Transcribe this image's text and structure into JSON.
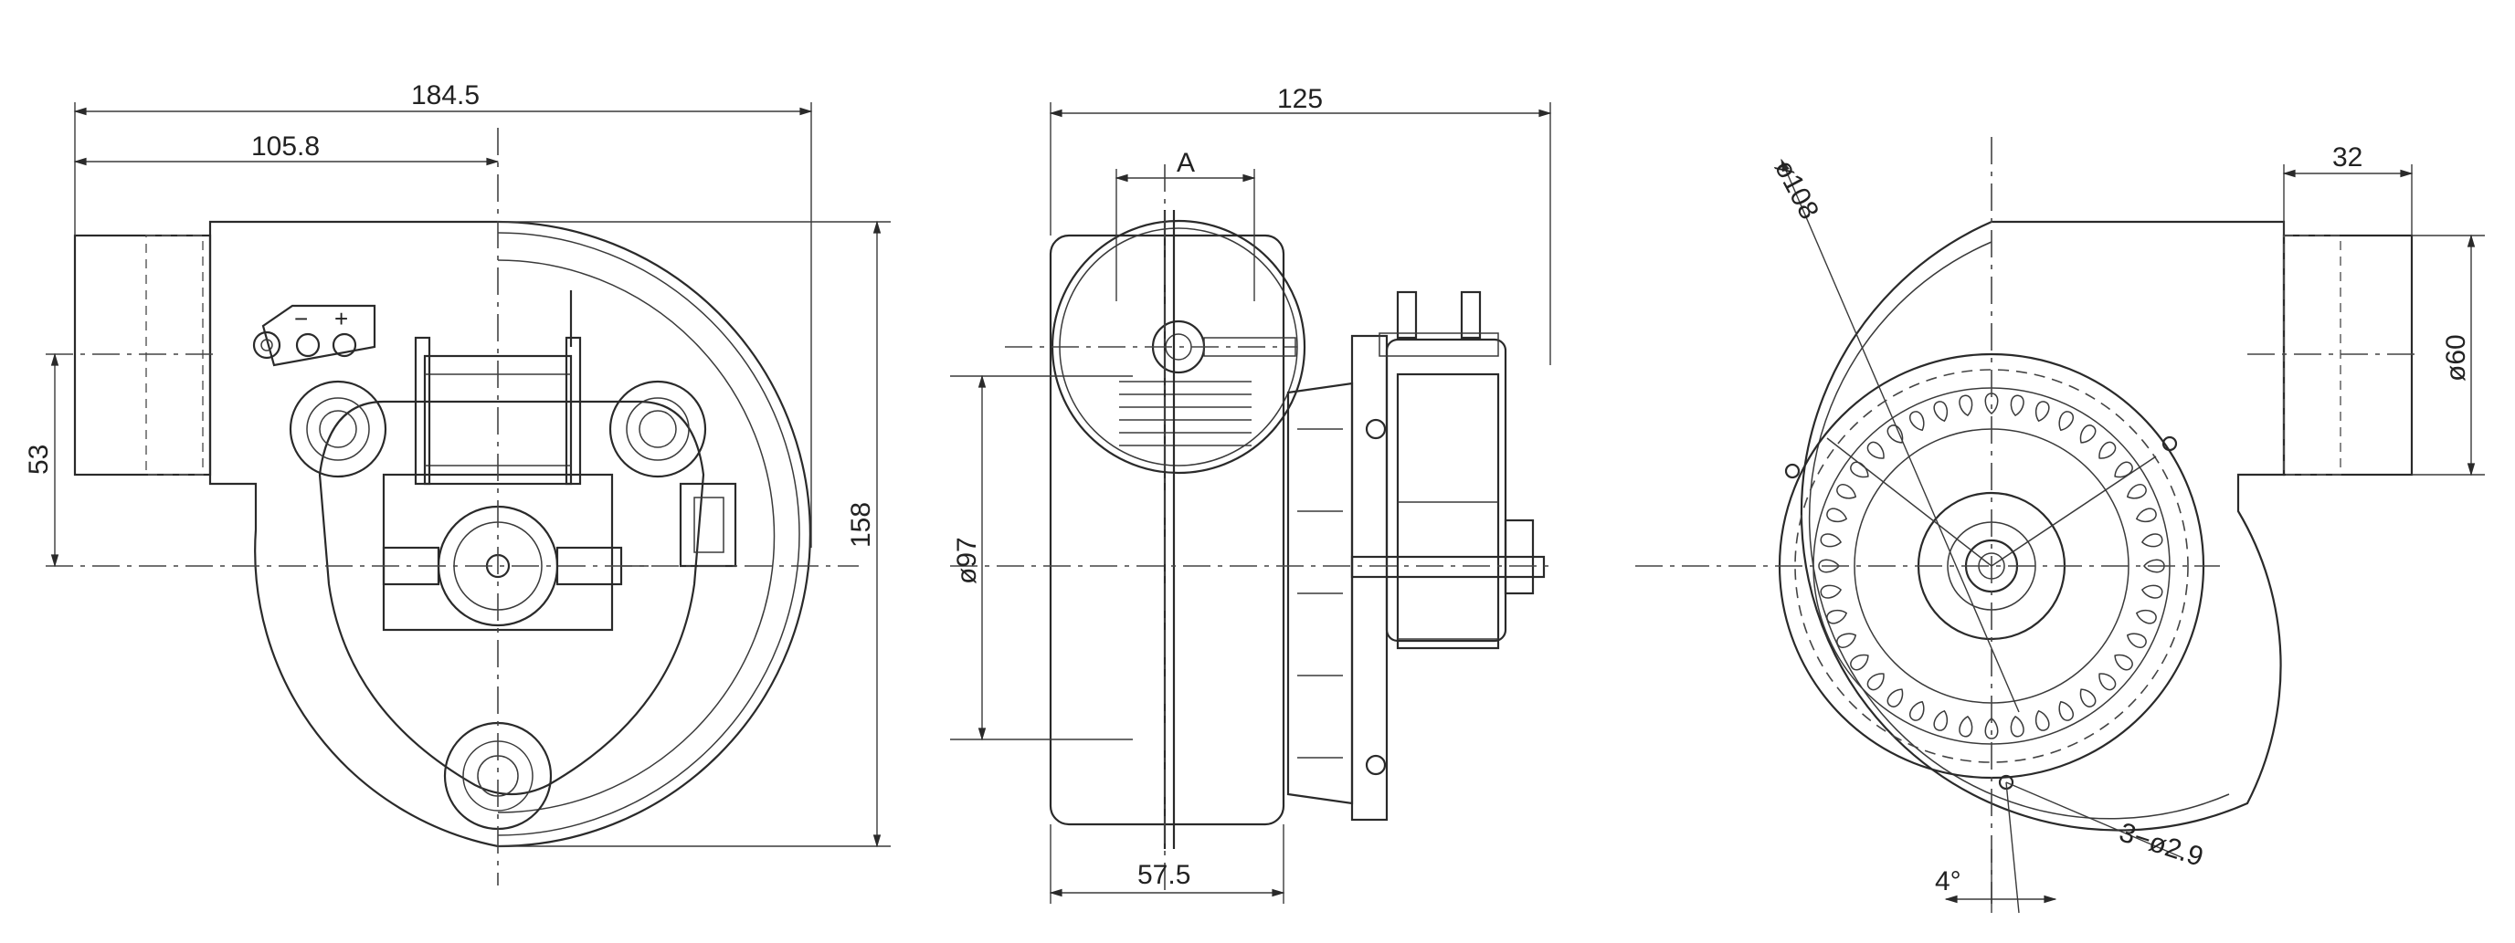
{
  "drawing": {
    "front_view": {
      "overall_width": "184.5",
      "motor_offset": "105.8",
      "outlet_offset": "53",
      "overall_height": "158",
      "terminal_minus": "−",
      "terminal_plus": "+"
    },
    "side_view": {
      "overall_depth": "125",
      "outlet_dim": "A",
      "wheel_diameter": "ø97",
      "housing_depth": "57.5"
    },
    "rear_view": {
      "outlet_width": "32",
      "bolt_circle": "ø108",
      "outlet_diameter": "ø60",
      "mount_holes": "3−ø2.9",
      "angle": "4°"
    }
  }
}
